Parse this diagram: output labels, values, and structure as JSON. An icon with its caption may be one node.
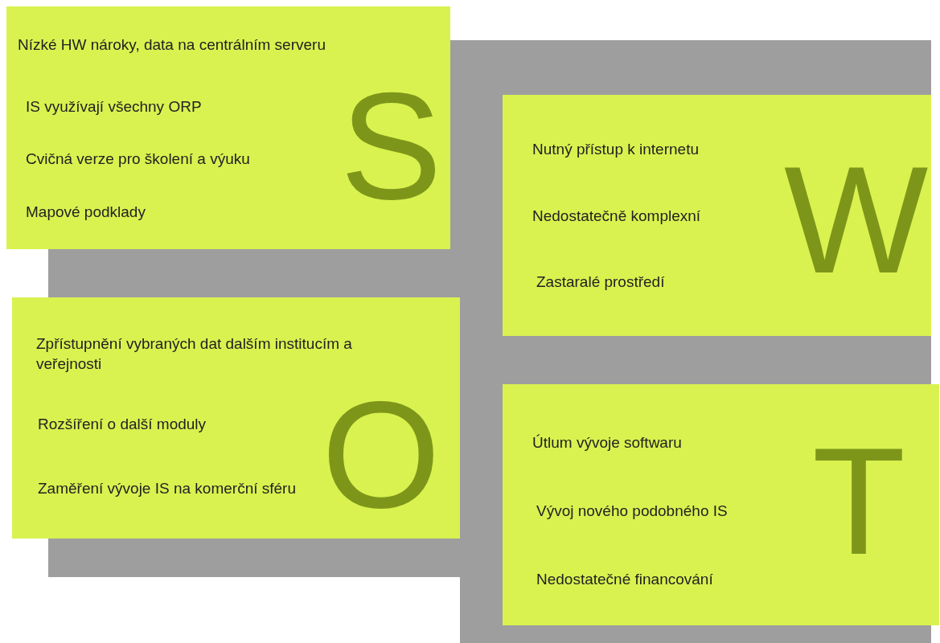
{
  "diagram": {
    "nodes": [
      {
        "text": [
          "Nízké HW nároky, data na centrálním serveru",
          "IS využívají všechny ORP",
          "Cvičná verze pro školení a výuku",
          "Mapové podklady",
          "S"
        ]
      },
      {
        "text": [
          "Nutný přístup k internetu",
          "Nedostatečně komplexní",
          "Zastaralé prostředí",
          "W"
        ]
      },
      {
        "text": [
          "Zpřístupnění vybraných dat dalším institucím a veřejnosti",
          "Rozšíření o další moduly",
          "Zaměření vývoje IS na komerční sféru",
          "O"
        ]
      },
      {
        "text": [
          "Útlum vývoje softwaru",
          "Vývoj nového podobného IS",
          "Nedostatečné financování",
          "T"
        ]
      }
    ]
  }
}
